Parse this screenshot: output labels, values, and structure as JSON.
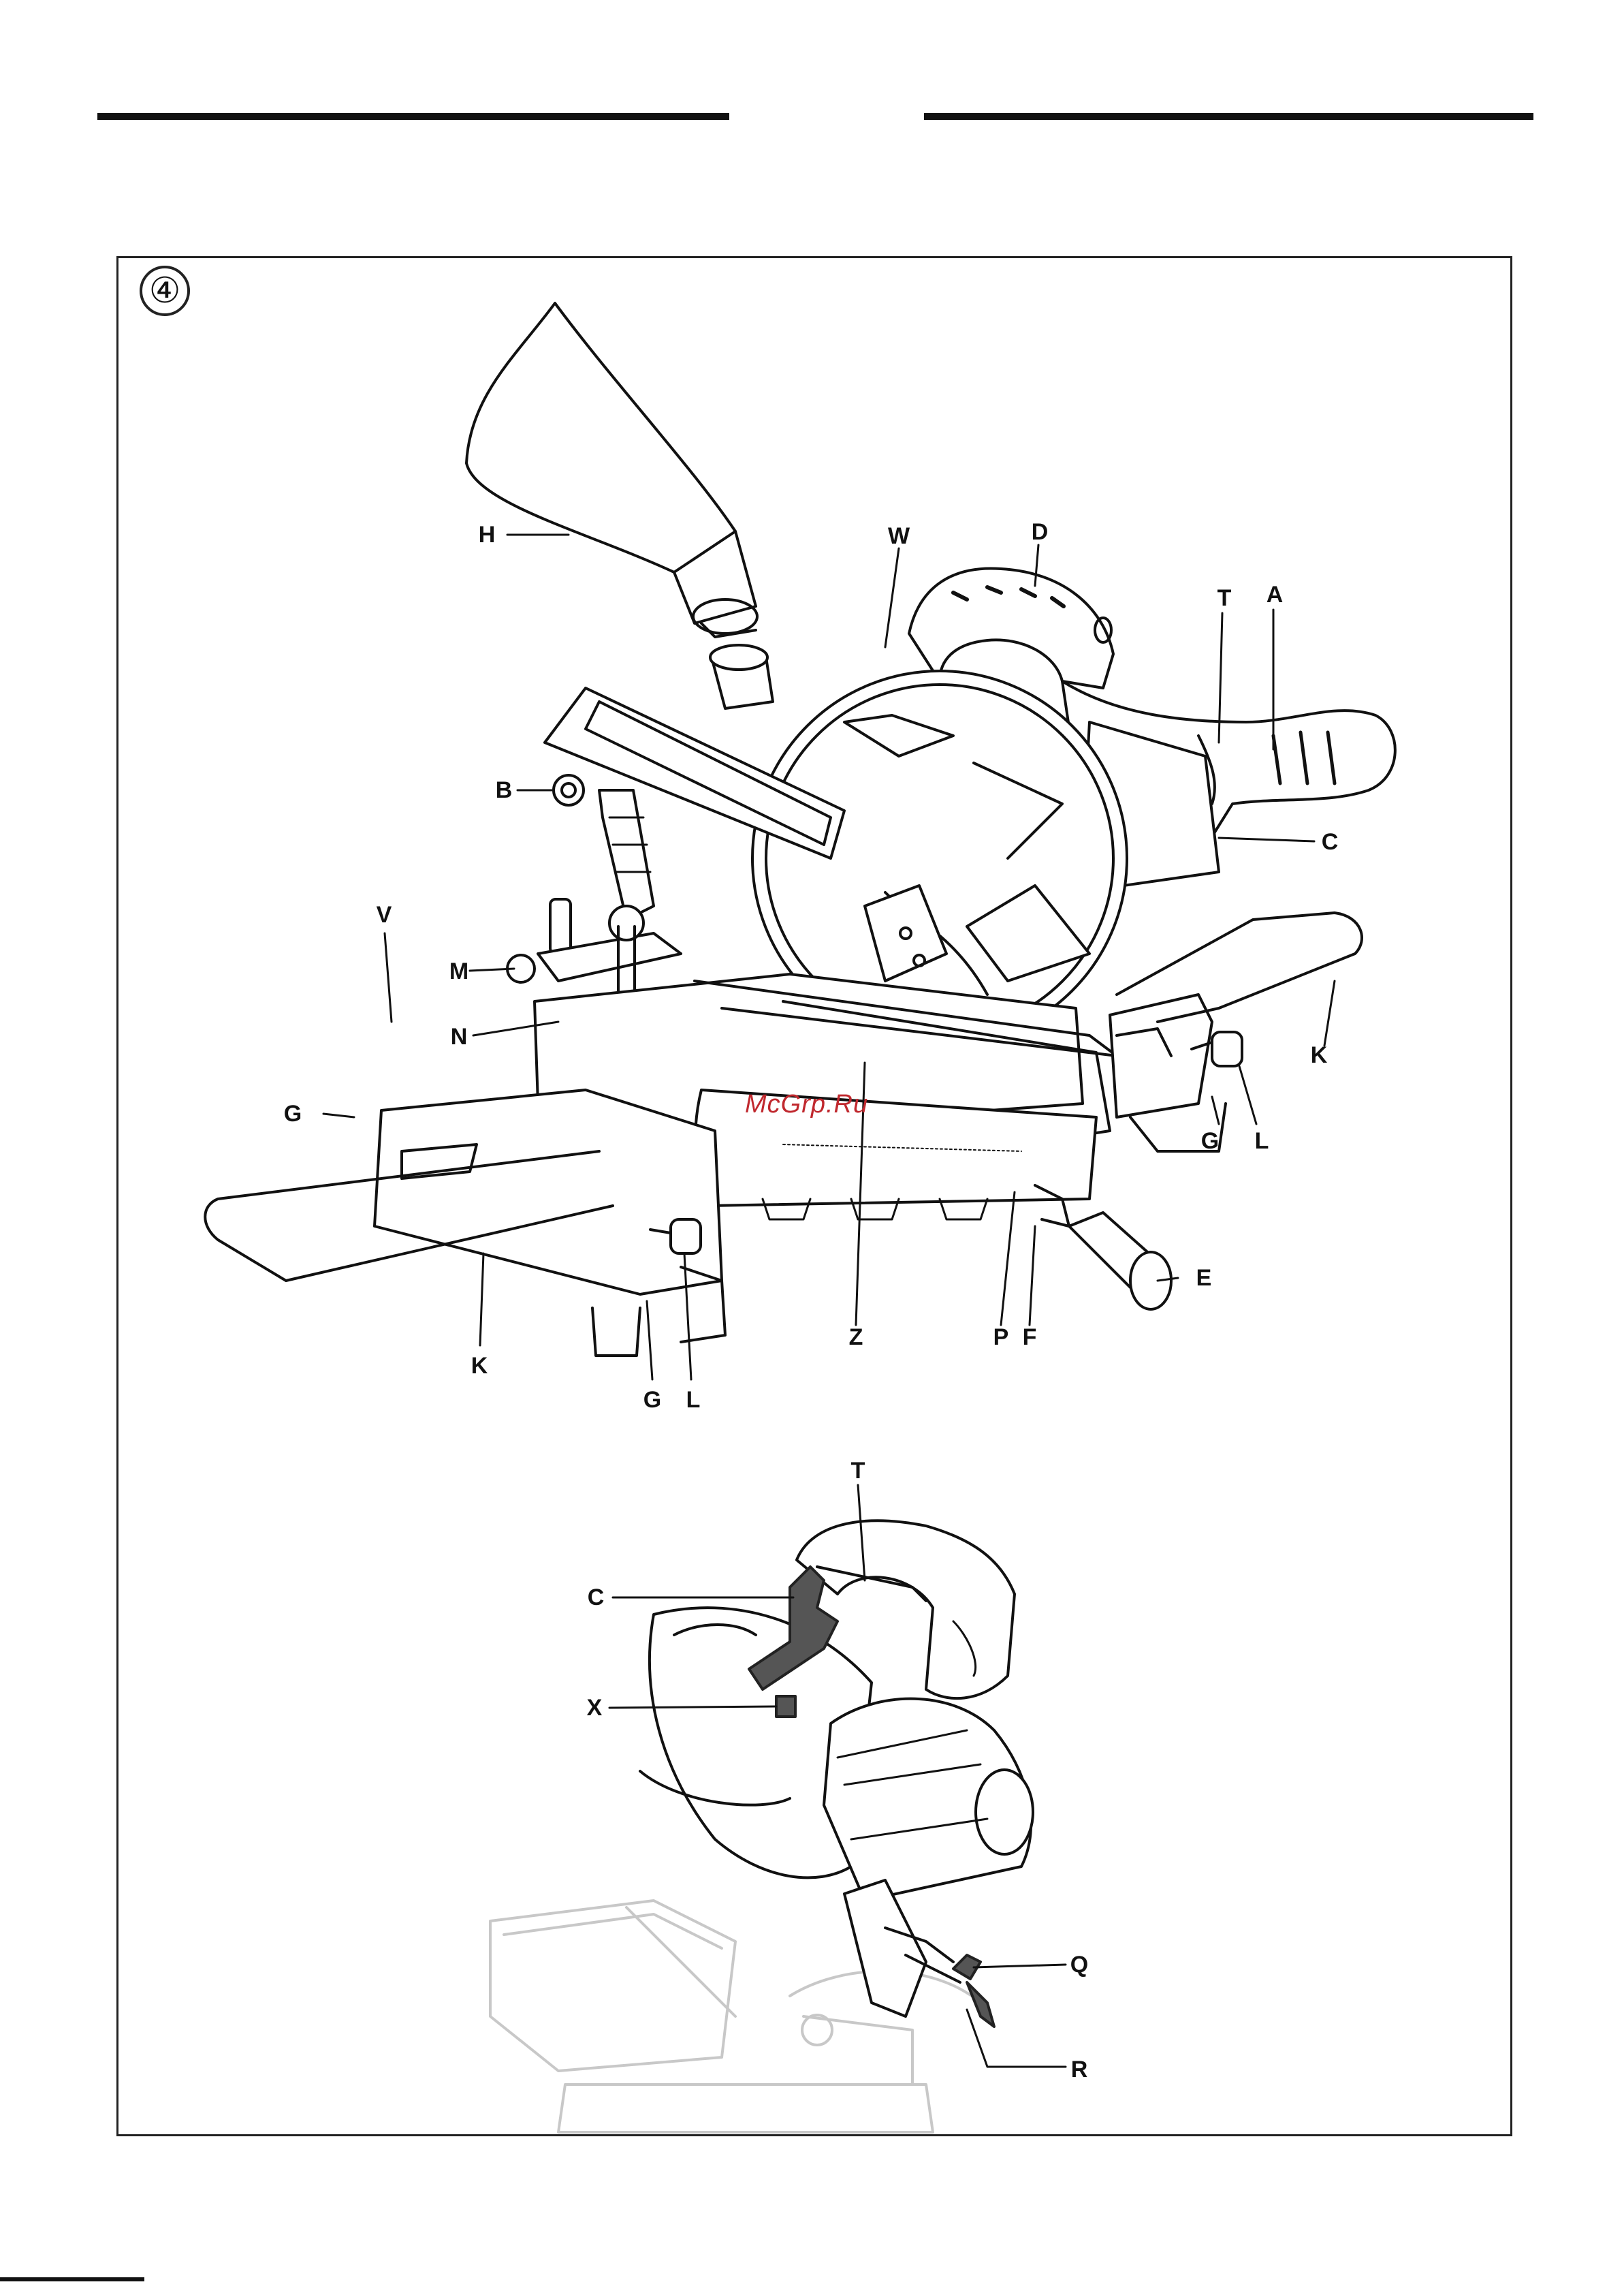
{
  "figure": {
    "number": "④"
  },
  "watermark": "McGrp.Ru",
  "labels": {
    "top": {
      "H": "H",
      "W": "W",
      "D": "D",
      "T": "T",
      "A": "A",
      "B": "B",
      "C": "C",
      "V": "V",
      "M": "M",
      "N": "N",
      "K_right": "K",
      "G_left": "G",
      "G_right": "G",
      "L_right": "L",
      "E": "E",
      "K_left": "K",
      "Z": "Z",
      "P": "P",
      "F": "F",
      "G_bottom": "G",
      "L_bottom": "L"
    },
    "bottom": {
      "T": "T",
      "C": "C",
      "X": "X",
      "Q": "Q",
      "R": "R"
    }
  },
  "colors": {
    "ink": "#111111",
    "frame": "#222222",
    "watermark": "#c0282e",
    "ghost": "#c8c8c8"
  }
}
